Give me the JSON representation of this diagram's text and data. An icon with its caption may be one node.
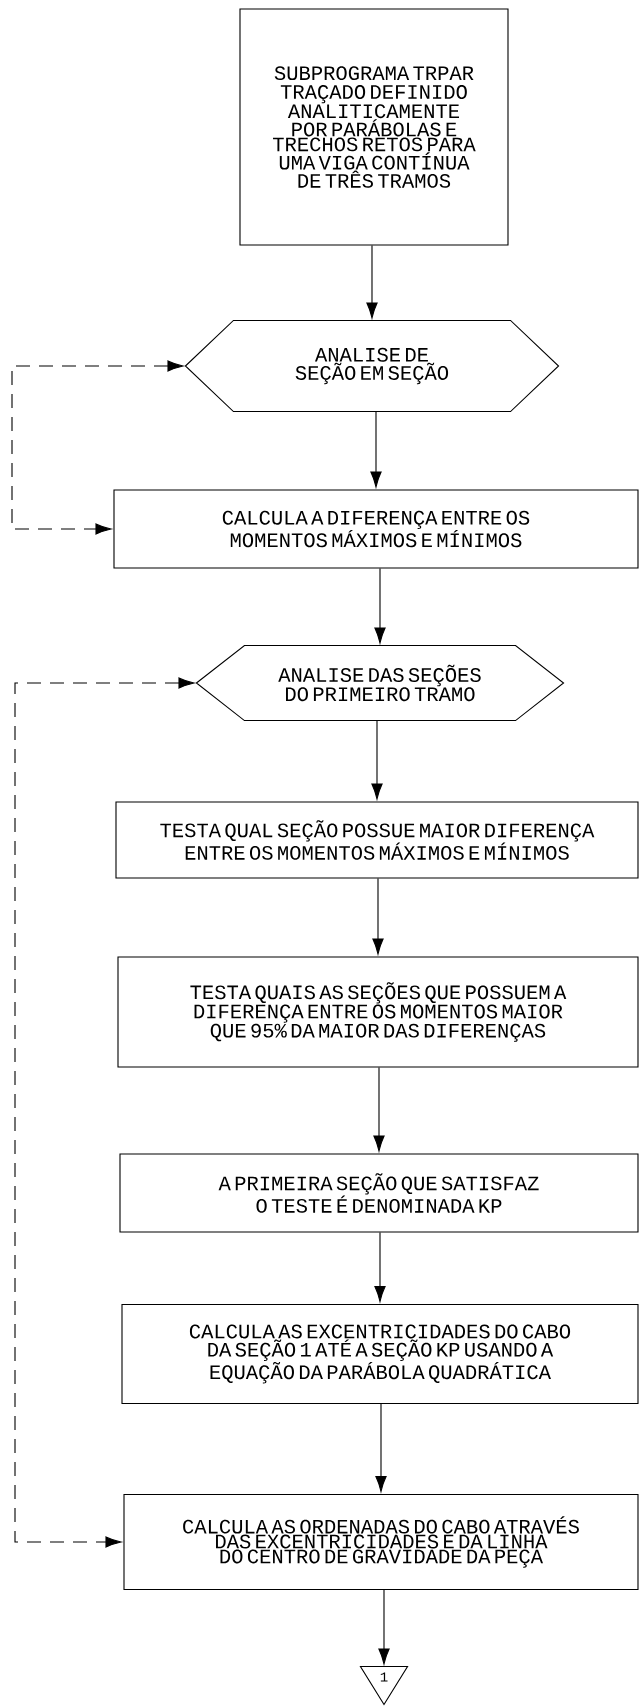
{
  "diagram": {
    "nodes": [
      {
        "text": [
          "SUBPROGRAMA TRPAR",
          "TRAÇADO DEFINIDO ANALITICAMENTE POR PARÁBOLAS E TRECHOS RETOS PARA UMA VIGA CONTÍNUA DE TRÊS TRAMOS"
        ]
      },
      {
        "text": [
          "ANALISE DE SEÇÃO EM SEÇÃO"
        ]
      },
      {
        "text": [
          "CALCULA A DIFERENÇA ENTRE OS MOMENTOS MÁXIMOS E MÍNIMOS"
        ]
      },
      {
        "text": [
          "ANALISE DAS SEÇÕES DO PRIMEIRO TRAMO"
        ]
      },
      {
        "text": [
          "TESTA QUAL SEÇÃO POSSUE MAIOR DIFERENÇA ENTRE OS MOMENTOS MÁXIMOS E MÍNIMOS"
        ]
      },
      {
        "text": [
          "TESTA QUAIS AS SEÇÕES QUE POSSUEM A DIFERENÇA ENTRE OS MOMENTOS MAIOR QUE 95% DA MAIOR DAS DIFERENÇAS"
        ]
      },
      {
        "text": [
          "A PRIMEIRA SEÇÃO QUE SATISFAZ O TESTE É DENOMINADA KP"
        ]
      },
      {
        "text": [
          "CALCULA AS EXCENTRICIDADES DO CABO DA SEÇÃO 1 ATÉ A SEÇÃO KP USANDO A EQUAÇÃO DA PARÁBOLA QUADRÁTICA"
        ]
      },
      {
        "text": [
          "CALCULA AS ORDENADAS DO CABO ATRAVÉS DAS EXCENTRICIDADES E DA LINHA DO CENTRO DE GRAVIDADE DA PEÇA"
        ]
      },
      {
        "text": [
          "1"
        ]
      }
    ],
    "edges": [
      {
        "from": 0,
        "to": 1,
        "arrow": "to"
      },
      {
        "from": 1,
        "to": 2,
        "arrow": "to"
      },
      {
        "from": 2,
        "to": 3,
        "arrow": "to"
      },
      {
        "from": 3,
        "to": 4,
        "arrow": "to"
      },
      {
        "from": 4,
        "to": 5,
        "arrow": "to"
      },
      {
        "from": 5,
        "to": 6,
        "arrow": "to"
      },
      {
        "from": 6,
        "to": 7,
        "arrow": "to"
      },
      {
        "from": 7,
        "to": 8,
        "arrow": "to"
      },
      {
        "from": 8,
        "to": 9,
        "arrow": "to"
      },
      {
        "from": 1,
        "to": 2,
        "arrow": "both",
        "style": "dashed"
      },
      {
        "from": 3,
        "to": 8,
        "arrow": "both",
        "style": "dashed"
      }
    ]
  }
}
